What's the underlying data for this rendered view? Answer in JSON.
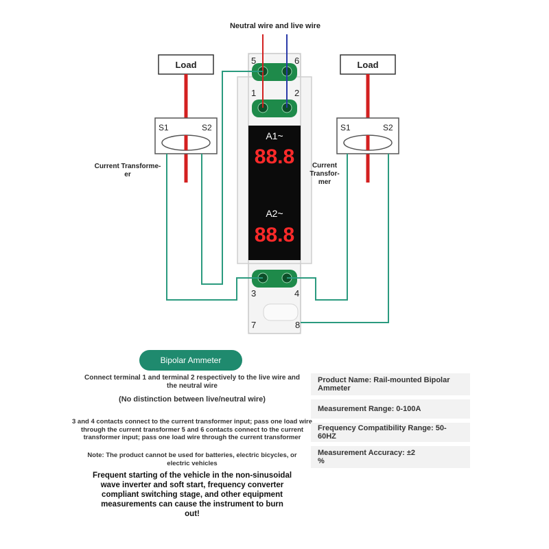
{
  "diagram": {
    "top_label": "Neutral wire and live wire",
    "load_left": "Load",
    "load_right": "Load",
    "ct_left": {
      "s1": "S1",
      "s2": "S2",
      "caption_line1": "Current Transforme-",
      "caption_line2": "er"
    },
    "ct_right": {
      "s1": "S1",
      "s2": "S2",
      "caption_line1": "Current",
      "caption_line2": "Transfor-",
      "caption_line3": "mer"
    },
    "terminals": {
      "t1": "1",
      "t2": "2",
      "t3": "3",
      "t4": "4",
      "t5": "5",
      "t6": "6",
      "t7": "7",
      "t8": "8"
    },
    "channel_a1": "A1~",
    "channel_a2": "A2~",
    "display_a1": "88.8",
    "display_a2": "88.8"
  },
  "badge": {
    "label": "Bipolar Ammeter"
  },
  "notes": {
    "line1": "Connect terminal 1 and terminal 2 respectively to the live wire and",
    "line2": "the neutral wire",
    "line3": "(No distinction between live/neutral wire)",
    "ct_line1": "3 and 4 contacts connect to the current transformer input; pass one load wire",
    "ct_line2": "through the current transformer 5 and 6 contacts connect to the current",
    "ct_line3": "transformer input; pass one load wire through the current transformer",
    "note_line1": "Note: The product cannot be used for batteries, electric bicycles, or",
    "note_line2": "electric vehicles",
    "warn_line1": "Frequent starting of the vehicle in the non-sinusoidal",
    "warn_line2": "wave inverter and soft start, frequency converter",
    "warn_line3": "compliant switching stage, and other equipment",
    "warn_line4": "measurements can cause the instrument to burn",
    "warn_line5": "out!"
  },
  "specs": {
    "product_name_line1": "Product Name: Rail-mounted Bipolar",
    "product_name_line2": "Ammeter",
    "range": "Measurement Range: 0-100A",
    "frequency": "Frequency Compatibility Range: 50-60HZ",
    "accuracy_line1": "Measurement Accuracy: ±2",
    "accuracy_line2": "%"
  },
  "colors": {
    "live": "#d32020",
    "neutral": "#2a3aa8",
    "ct_wire": "#2a9a7e",
    "display_digits": "#ff2a2a",
    "terminal_green": "#1e8a4a",
    "accent": "#1f8a6e"
  }
}
